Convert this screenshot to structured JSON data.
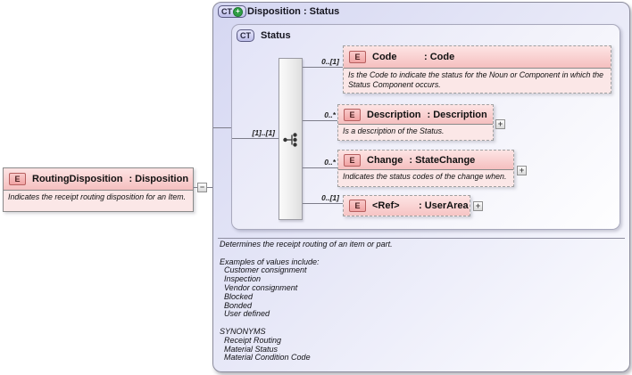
{
  "icons": {
    "complex_type": "CT",
    "element": "E",
    "plus": "+",
    "minus": "−"
  },
  "colors": {
    "panel_lavender": "#d5d7f2",
    "element_pink_header": "#f5bfbf",
    "element_pink_body": "#fbe7e7",
    "ct_badge_green": "#2f9e44",
    "sequence_gray": "#ededed"
  },
  "panel": {
    "header": {
      "title": "Disposition : Status"
    },
    "inner": {
      "title": "Status"
    }
  },
  "root_element": {
    "name": "RoutingDisposition",
    "type": ": Disposition",
    "description": "Indicates the receipt routing disposition for an Item."
  },
  "sequence": {
    "cardinality": "[1]..[1]"
  },
  "children": [
    {
      "key": "code",
      "cardinality": "0..[1]",
      "name": "Code",
      "type": ": Code",
      "description": "Is the Code to indicate the status for the Noun or Component in which the Status Component occurs."
    },
    {
      "key": "description",
      "cardinality": "0..*",
      "name": "Description",
      "type": ": Description",
      "description": "Is a description of the Status."
    },
    {
      "key": "change",
      "cardinality": "0..*",
      "name": "Change",
      "type": ": StateChange",
      "description": "Indicates the  status codes of the change when."
    },
    {
      "key": "ref",
      "cardinality": "0..[1]",
      "name": "<Ref>",
      "type": ": UserArea",
      "description": ""
    }
  ],
  "documentation": "Determines the receipt routing of an item or part.\n\nExamples of values include:\n  Customer consignment\n  Inspection\n  Vendor consignment\n  Blocked\n  Bonded\n  User defined\n\nSYNONYMS\n  Receipt Routing\n  Material Status\n  Material Condition Code"
}
